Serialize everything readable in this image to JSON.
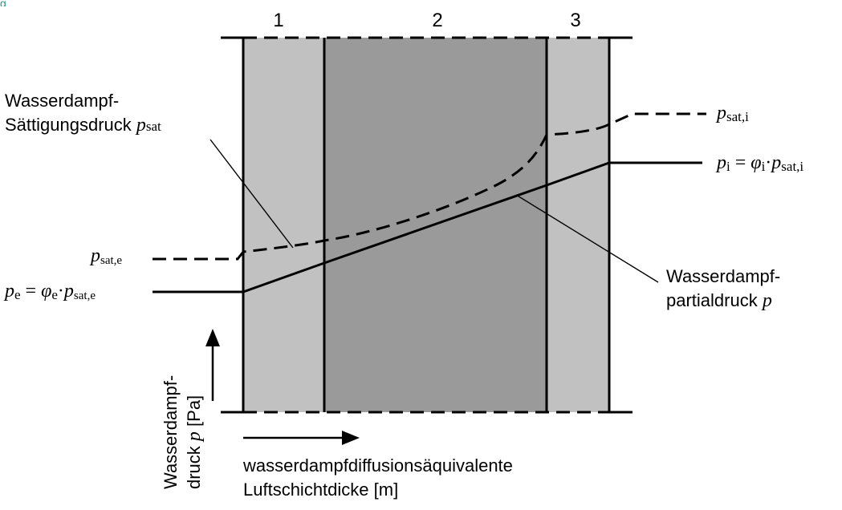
{
  "header": {
    "cropped_caption": "g"
  },
  "layers": [
    {
      "number": "1",
      "shade": "#c1c1c1"
    },
    {
      "number": "2",
      "shade": "#9a9a9a"
    },
    {
      "number": "3",
      "shade": "#c1c1c1"
    }
  ],
  "labels": {
    "sat_pressure": {
      "line1": "Wasserdampf-",
      "line2": "Sättigungsdruck",
      "symbol": "p",
      "sub": "sat"
    },
    "psat_i": {
      "symbol": "p",
      "sub": "sat,i"
    },
    "p_i": {
      "symbol": "p",
      "sub": "i",
      "eq": " = ",
      "phi": "φ",
      "phi_sub": "i",
      "dot": "·",
      "p2": "p",
      "p2_sub": "sat,i"
    },
    "psat_e": {
      "symbol": "p",
      "sub": "sat,e"
    },
    "p_e": {
      "symbol": "p",
      "sub": "e",
      "eq": " = ",
      "phi": "φ",
      "phi_sub": "e",
      "dot": "·",
      "p2": "p",
      "p2_sub": "sat,e"
    },
    "partial_pressure": {
      "line1": "Wasserdampf-",
      "line2": "partialdruck",
      "symbol": "p"
    },
    "y_axis": {
      "line1": "Wasserdampf-",
      "line2": "druck",
      "symbol": "p",
      "unit": " [Pa]"
    },
    "x_axis": {
      "line1": "wasserdampfdiffusionsäquivalente",
      "line2": "Luftschichtdicke [m]"
    }
  },
  "colors": {
    "line": "#000000",
    "outer_layer": "#c1c1c1",
    "middle_layer": "#9a9a9a"
  }
}
